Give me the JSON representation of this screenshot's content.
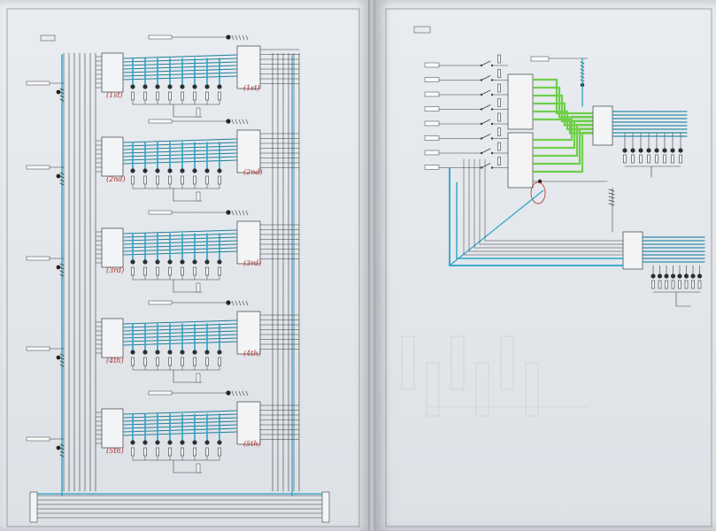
{
  "photo": {
    "left_sheet": {
      "blocks": [
        {
          "annotation": "(1st)",
          "outputs": 8
        },
        {
          "annotation": "(2nd)",
          "outputs": 8
        },
        {
          "annotation": "(3rd)",
          "outputs": 8
        },
        {
          "annotation": "(4th)",
          "outputs": 8
        },
        {
          "annotation": "(5th)",
          "outputs": 8
        }
      ]
    },
    "right_sheet": {
      "switch_rows": 8,
      "output_groups": 2
    },
    "colors": {
      "paper": "#e6e9ed",
      "ink": "#3a3d42",
      "highlight_cyan": "#2aa3c8",
      "highlight_green": "#6fcf4a",
      "annotation_red": "#b0322c"
    }
  }
}
